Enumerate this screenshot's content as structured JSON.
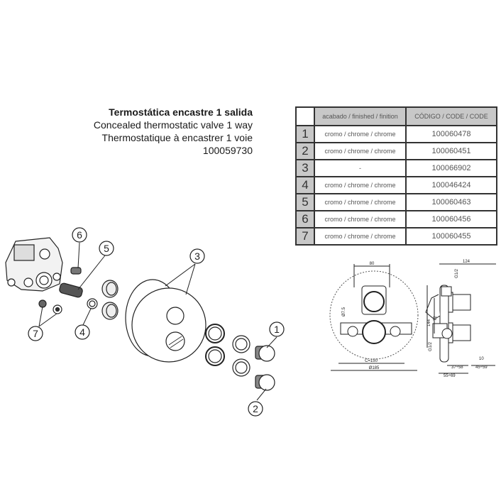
{
  "title": {
    "es": "Termostática encastre 1 salida",
    "en": "Concealed thermostatic valve 1 way",
    "fr": "Thermostatique à encastrer 1 voie",
    "ref": "100059730"
  },
  "table": {
    "headers": [
      "",
      "acabado / finished / finition",
      "CÓDIGO / CODE / CODE"
    ],
    "rows": [
      {
        "num": "1",
        "finish": "cromo / chrome / chrome",
        "code": "100060478"
      },
      {
        "num": "2",
        "finish": "cromo / chrome / chrome",
        "code": "100060451"
      },
      {
        "num": "3",
        "finish": "-",
        "code": "100066902"
      },
      {
        "num": "4",
        "finish": "cromo / chrome / chrome",
        "code": "100046424"
      },
      {
        "num": "5",
        "finish": "cromo / chrome / chrome",
        "code": "100060463"
      },
      {
        "num": "6",
        "finish": "cromo / chrome / chrome",
        "code": "100060456"
      },
      {
        "num": "7",
        "finish": "cromo / chrome / chrome",
        "code": "100060455"
      }
    ]
  },
  "callouts": [
    "1",
    "2",
    "3",
    "4",
    "5",
    "6",
    "7"
  ],
  "dimensions": {
    "width_top": "80",
    "depth_top": "124",
    "c": "C=150",
    "diameter": "Ø185",
    "thread_top": "G1/2",
    "thread_bottom": "G1/2",
    "height": "144",
    "mid": "72",
    "a": "37÷58",
    "b": "45÷59",
    "d": "55÷69",
    "e": "10",
    "small": "Ø7.5"
  }
}
